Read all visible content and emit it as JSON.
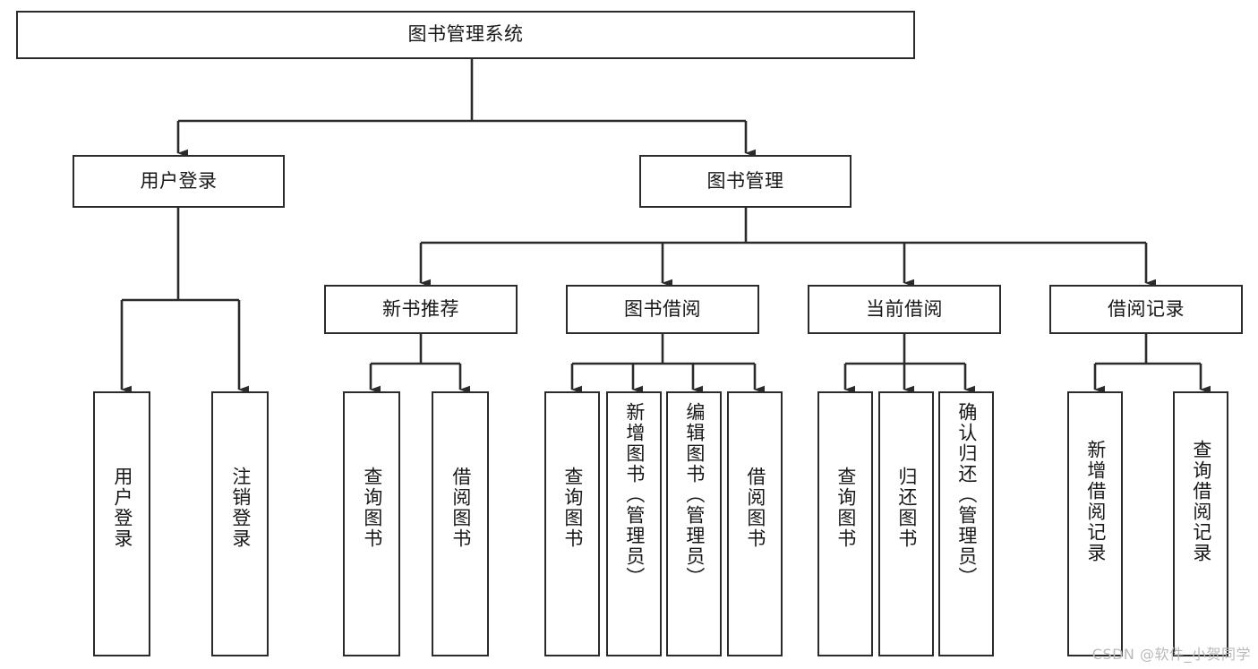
{
  "diagram": {
    "title": "图书管理系统",
    "type": "tree-hierarchy",
    "root": {
      "label": "图书管理系统"
    },
    "level2": [
      {
        "label": "用户登录"
      },
      {
        "label": "图书管理"
      }
    ],
    "level3": [
      {
        "label": "新书推荐"
      },
      {
        "label": "图书借阅"
      },
      {
        "label": "当前借阅"
      },
      {
        "label": "借阅记录"
      }
    ],
    "leaves": {
      "user_login": [
        {
          "label": "用户登录"
        },
        {
          "label": "注销登录"
        }
      ],
      "new_book_recommend": [
        {
          "label": "查询图书"
        },
        {
          "label": "借阅图书"
        }
      ],
      "book_borrow": [
        {
          "label": "查询图书"
        },
        {
          "label": "新增图书（管理员）"
        },
        {
          "label": "编辑图书（管理员）"
        },
        {
          "label": "借阅图书"
        }
      ],
      "current_borrow": [
        {
          "label": "查询图书"
        },
        {
          "label": "归还图书"
        },
        {
          "label": "确认归还（管理员）"
        }
      ],
      "borrow_records": [
        {
          "label": "新增借阅记录"
        },
        {
          "label": "查询借阅记录"
        }
      ]
    }
  },
  "watermark": {
    "text": "CSDN @软件_小贺同学"
  },
  "colors": {
    "stroke": "#2b2b2b",
    "background": "#ffffff",
    "text": "#171717",
    "watermark": "#b9b9b9"
  }
}
